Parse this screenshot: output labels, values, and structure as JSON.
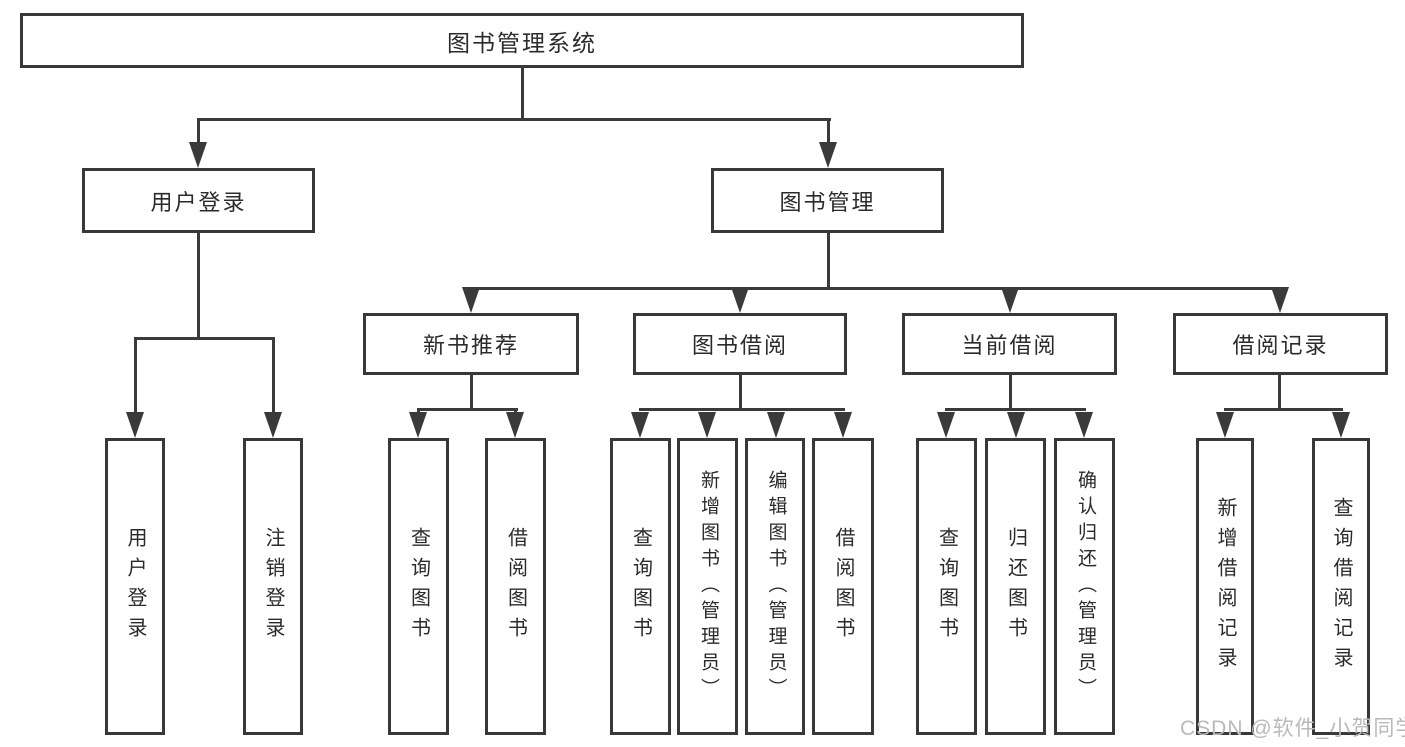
{
  "tree": {
    "label": "图书管理系统",
    "children": [
      {
        "label": "用户登录",
        "children": [
          {
            "label": "用户登录"
          },
          {
            "label": "注销登录"
          }
        ]
      },
      {
        "label": "图书管理",
        "children": [
          {
            "label": "新书推荐",
            "children": [
              {
                "label": "查询图书"
              },
              {
                "label": "借阅图书"
              }
            ]
          },
          {
            "label": "图书借阅",
            "children": [
              {
                "label": "查询图书"
              },
              {
                "label": "新增图书（管理员）"
              },
              {
                "label": "编辑图书（管理员）"
              },
              {
                "label": "借阅图书"
              }
            ]
          },
          {
            "label": "当前借阅",
            "children": [
              {
                "label": "查询图书"
              },
              {
                "label": "归还图书"
              },
              {
                "label": "确认归还（管理员）"
              }
            ]
          },
          {
            "label": "借阅记录",
            "children": [
              {
                "label": "新增借阅记录"
              },
              {
                "label": "查询借阅记录"
              }
            ]
          }
        ]
      }
    ]
  },
  "watermark": {
    "text": "CSDN @软件_小贺同学"
  },
  "colors": {
    "line": "#3a3a3a",
    "border": "#383838",
    "text": "#2b2b2b",
    "watermark_text": "#b9b9b9",
    "background": "#ffffff"
  }
}
